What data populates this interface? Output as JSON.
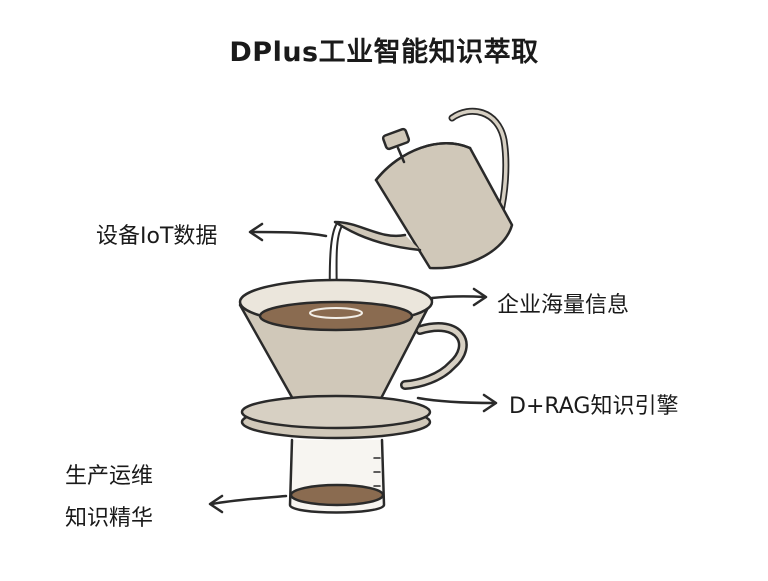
{
  "title": "DPlus工业智能知识萃取",
  "labels": {
    "iot": "设备IoT数据",
    "enterprise": "企业海量信息",
    "engine": "D+RAG知识引擎",
    "ops_line1": "生产运维",
    "ops_line2": "知识精华"
  },
  "colors": {
    "ink": "#2a2a2a",
    "ceramic": "#cfc7b8",
    "coffee": "#8a6b50",
    "background": "#ffffff"
  }
}
